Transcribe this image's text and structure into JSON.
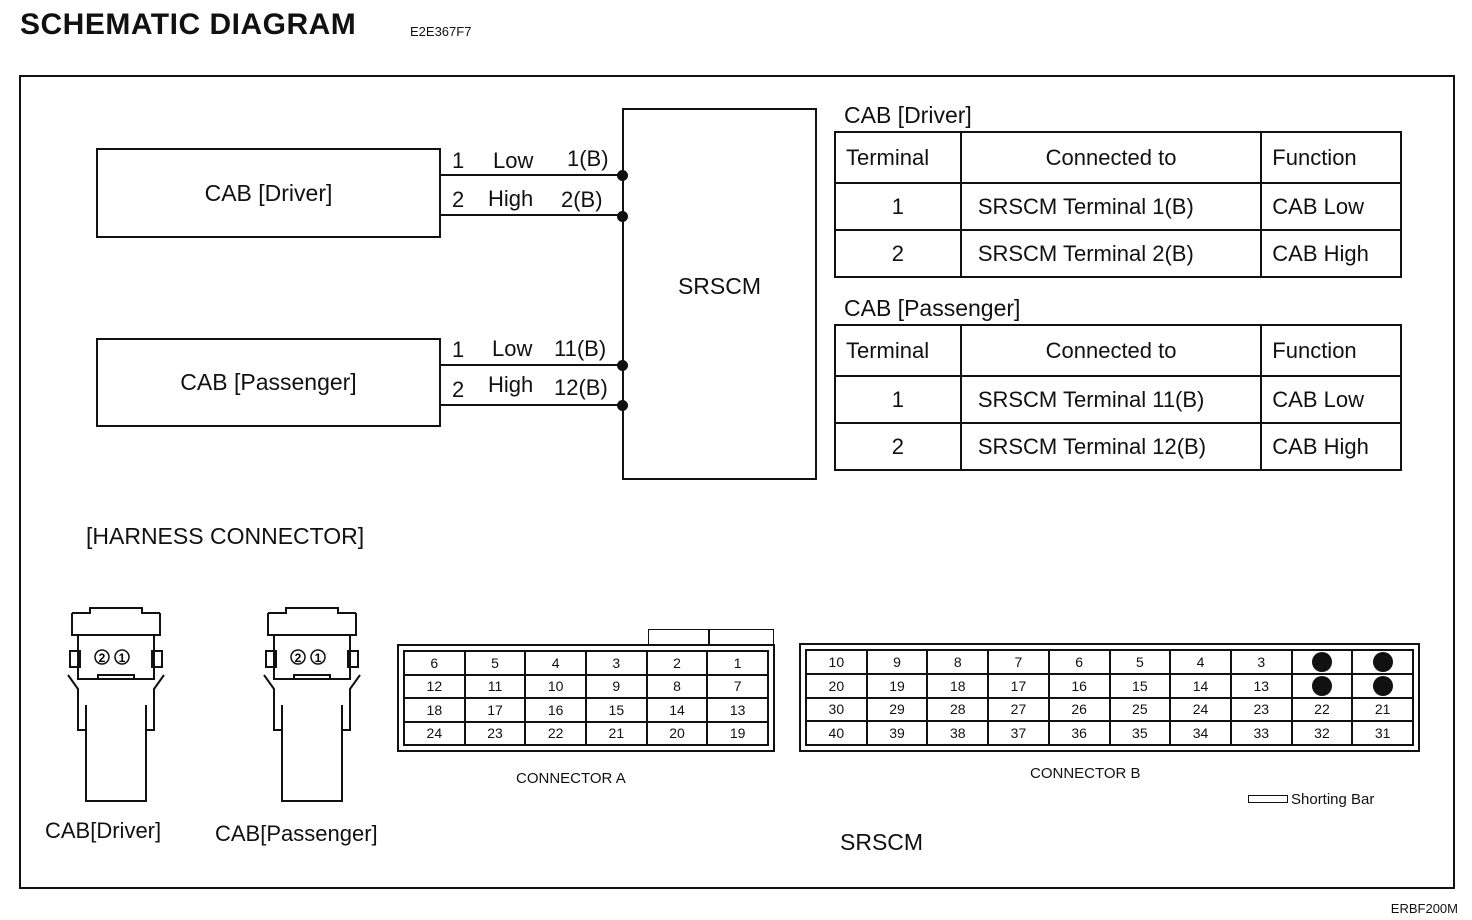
{
  "header": {
    "title": "SCHEMATIC DIAGRAM",
    "doc_code": "E2E367F7"
  },
  "figure_code": "ERBF200M",
  "schematic": {
    "driver_box": "CAB [Driver]",
    "passenger_box": "CAB [Passenger]",
    "module_box": "SRSCM",
    "driver_wires": [
      {
        "pin": "1",
        "name": "Low",
        "terminal": "1(B)"
      },
      {
        "pin": "2",
        "name": "High",
        "terminal": "2(B)"
      }
    ],
    "passenger_wires": [
      {
        "pin": "1",
        "name": "Low",
        "terminal": "11(B)"
      },
      {
        "pin": "2",
        "name": "High",
        "terminal": "12(B)"
      }
    ]
  },
  "tables": {
    "driver": {
      "caption": "CAB [Driver]",
      "headers": [
        "Terminal",
        "Connected to",
        "Function"
      ],
      "rows": [
        [
          "1",
          "SRSCM Terminal 1(B)",
          "CAB Low"
        ],
        [
          "2",
          "SRSCM Terminal 2(B)",
          "CAB High"
        ]
      ]
    },
    "passenger": {
      "caption": "CAB [Passenger]",
      "headers": [
        "Terminal",
        "Connected to",
        "Function"
      ],
      "rows": [
        [
          "1",
          "SRSCM Terminal 11(B)",
          "CAB Low"
        ],
        [
          "2",
          "SRSCM Terminal 12(B)",
          "CAB High"
        ]
      ]
    }
  },
  "harness": {
    "title": "[HARNESS CONNECTOR]",
    "driver_label": "CAB[Driver]",
    "passenger_label": "CAB[Passenger]",
    "pin_labels": [
      "2",
      "1"
    ],
    "connector_a": {
      "caption": "CONNECTOR A",
      "rows": [
        [
          "6",
          "5",
          "4",
          "3",
          "2",
          "1"
        ],
        [
          "12",
          "11",
          "10",
          "9",
          "8",
          "7"
        ],
        [
          "18",
          "17",
          "16",
          "15",
          "14",
          "13"
        ],
        [
          "24",
          "23",
          "22",
          "21",
          "20",
          "19"
        ]
      ]
    },
    "connector_b": {
      "caption": "CONNECTOR B",
      "rows": [
        [
          "10",
          "9",
          "8",
          "7",
          "6",
          "5",
          "4",
          "3",
          "",
          ""
        ],
        [
          "20",
          "19",
          "18",
          "17",
          "16",
          "15",
          "14",
          "13",
          "",
          ""
        ],
        [
          "30",
          "29",
          "28",
          "27",
          "26",
          "25",
          "24",
          "23",
          "22",
          "21"
        ],
        [
          "40",
          "39",
          "38",
          "37",
          "36",
          "35",
          "34",
          "33",
          "32",
          "31"
        ]
      ],
      "shorted_cells": [
        "0-8",
        "0-9",
        "1-8",
        "1-9"
      ]
    },
    "shorting_bar_label": "Shorting Bar",
    "module_label": "SRSCM"
  }
}
